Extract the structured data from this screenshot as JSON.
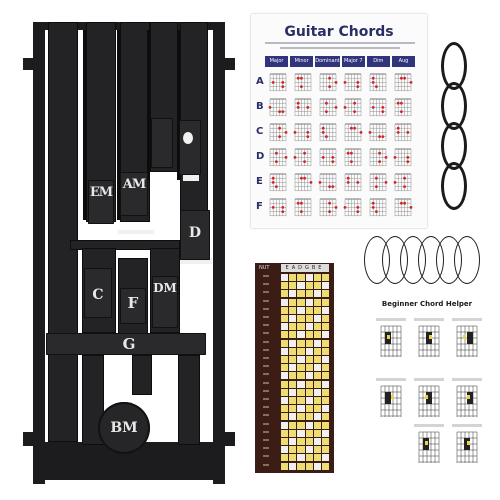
{
  "presser": {
    "labels": {
      "em": "EM",
      "am": "AM",
      "d": "D",
      "c": "C",
      "f": "F",
      "dm": "DM",
      "g": "G",
      "bm": "BM"
    }
  },
  "poster": {
    "title": "Guitar Chords",
    "columns": [
      "Major",
      "Minor",
      "Dominant 7",
      "Major 7",
      "Dim",
      "Aug"
    ],
    "rows": [
      "A",
      "B",
      "C",
      "D",
      "E",
      "F"
    ]
  },
  "fretboard": {
    "nut_label": "NUT",
    "open_strings": "EADGBE"
  },
  "helper": {
    "title": "Beginner Chord Helper"
  },
  "colors": {
    "tool": "#1c1c1e",
    "poster_accent": "#2f347c",
    "chord_dot": "#d0262b",
    "fretboard_bg": "#3b1d15",
    "fret_note": "#eddd72"
  }
}
